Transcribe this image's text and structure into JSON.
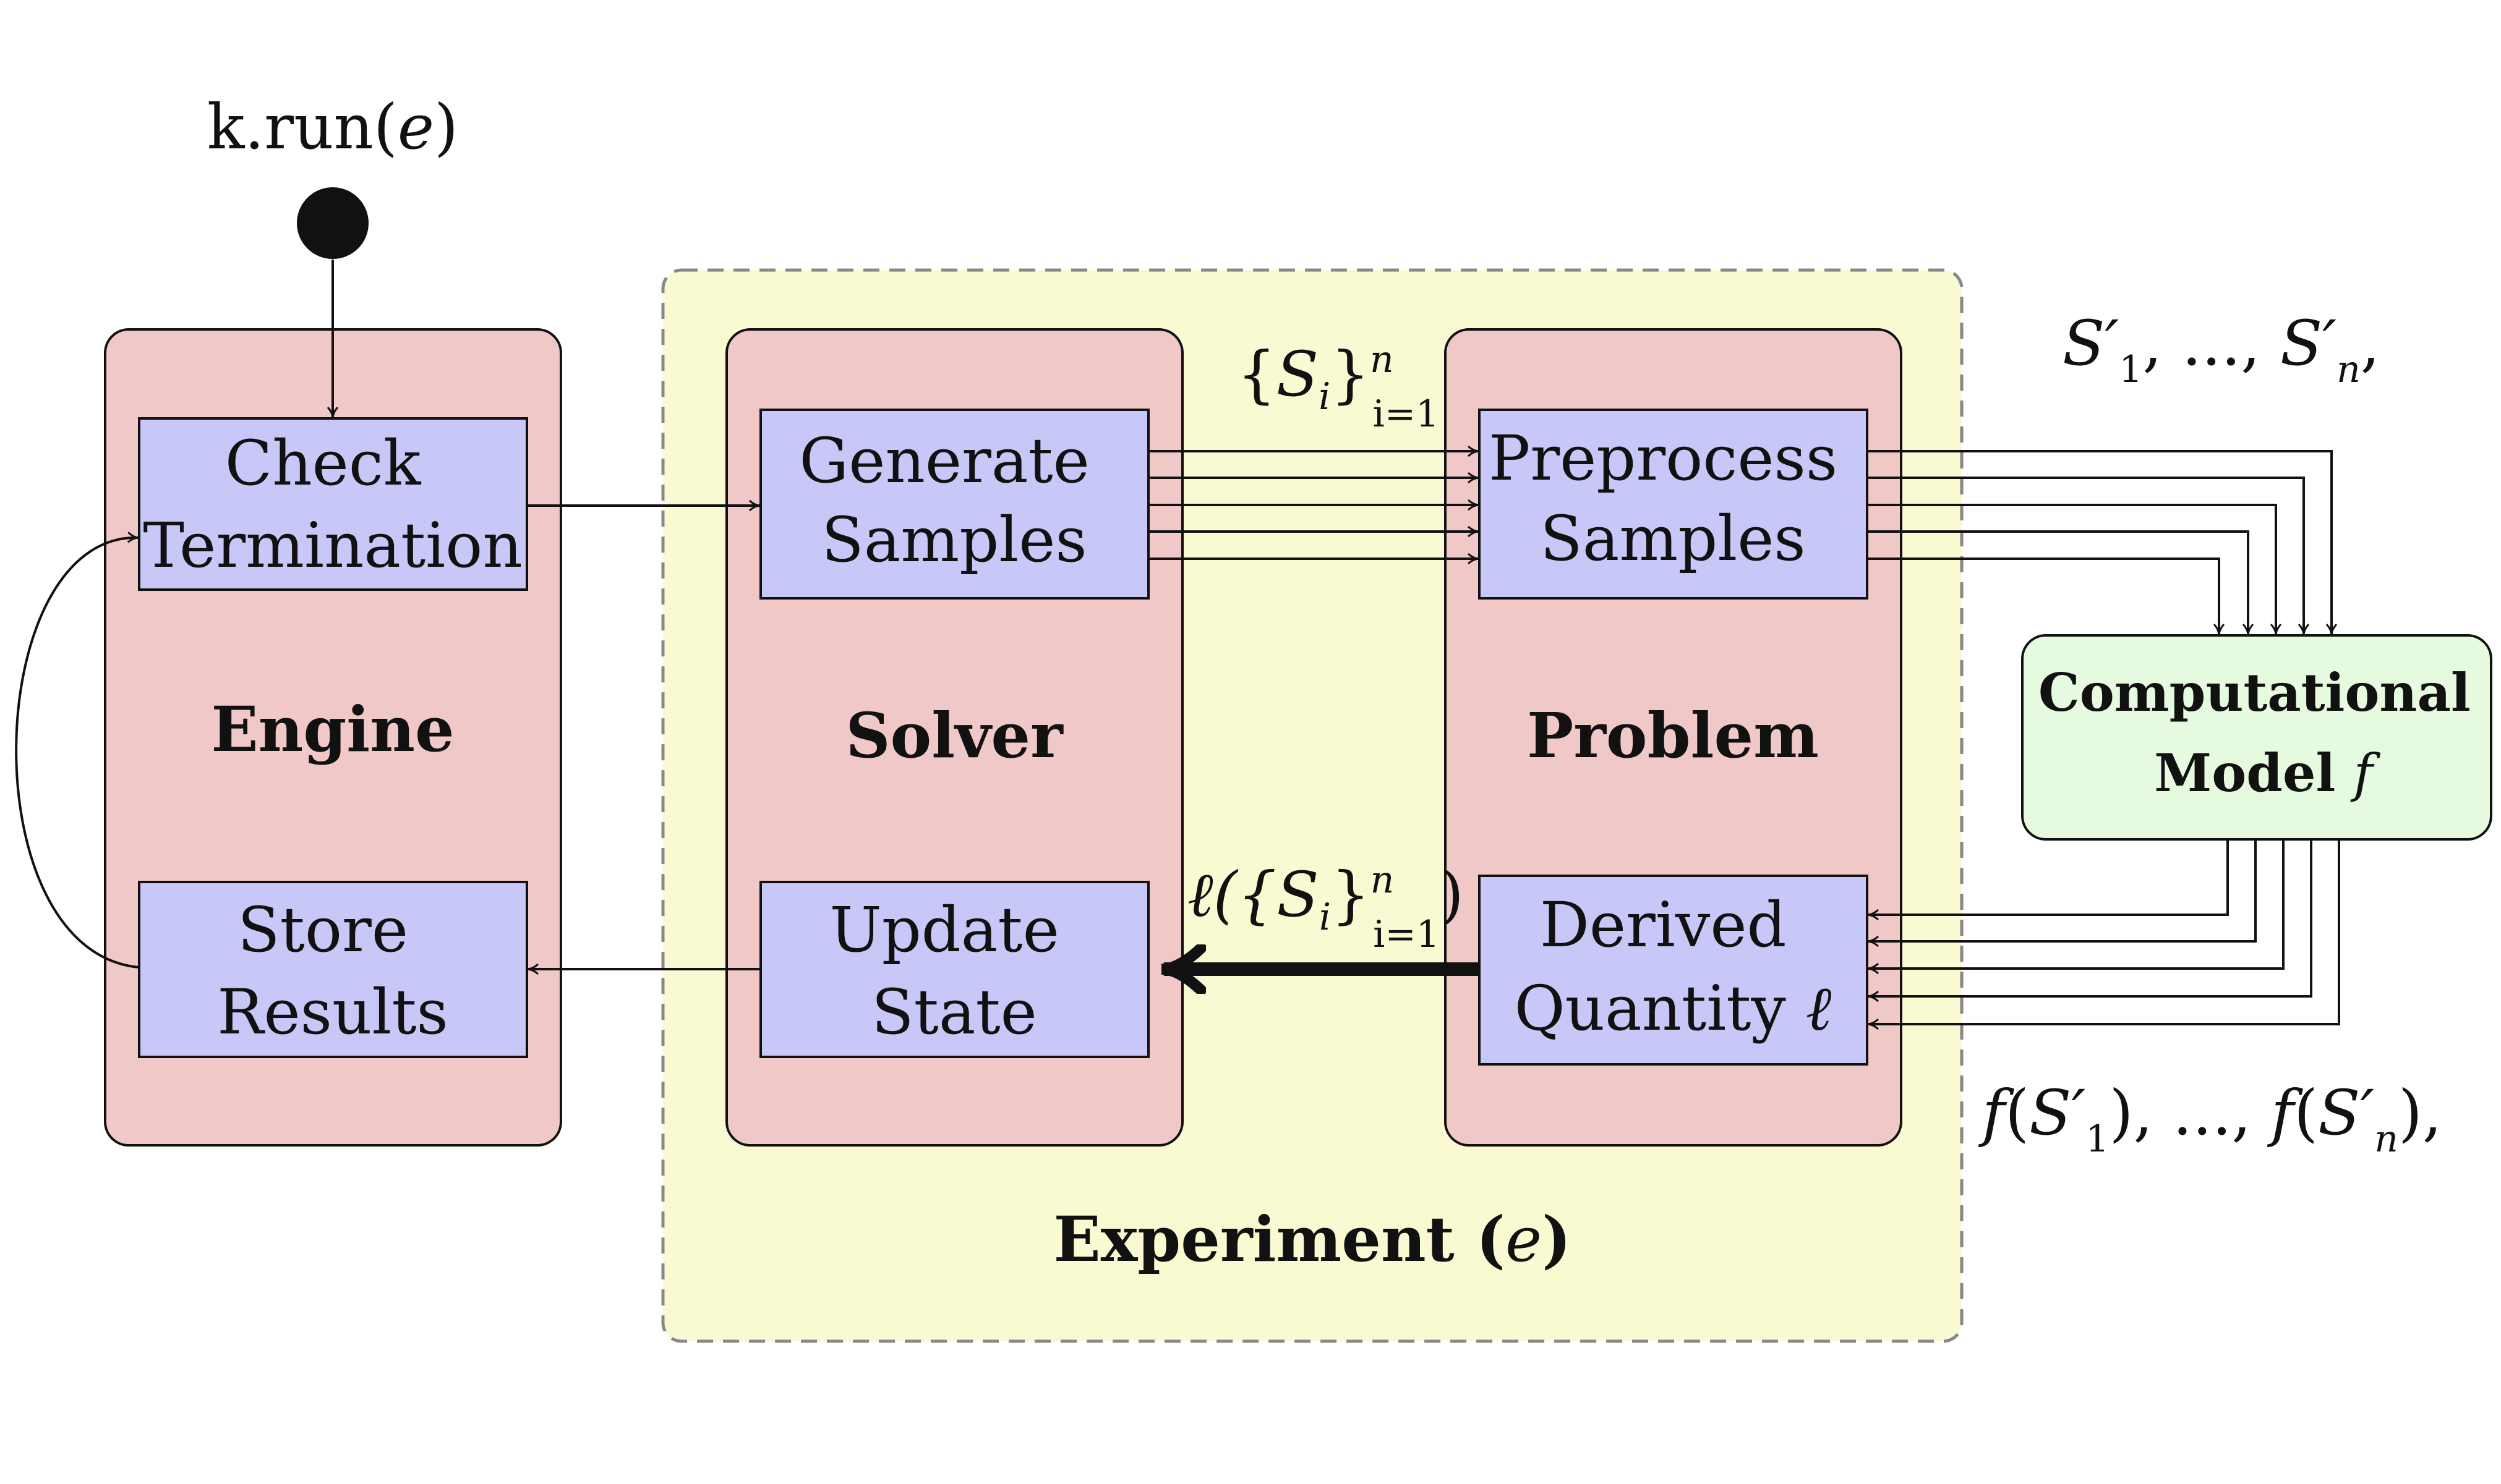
{
  "entry": {
    "label_prefix": "k.run(",
    "label_var": "e",
    "label_suffix": ")"
  },
  "engine": {
    "title": "Engine",
    "check_termination": {
      "line1": "Check",
      "line2": "Termination"
    },
    "store_results": {
      "line1": "Store",
      "line2": "Results"
    }
  },
  "experiment": {
    "title_prefix": "Experiment (",
    "title_var": "e",
    "title_suffix": ")"
  },
  "solver": {
    "title": "Solver",
    "generate_samples": {
      "line1": "Generate",
      "line2": "Samples"
    },
    "update_state": {
      "line1": "Update",
      "line2": "State"
    }
  },
  "problem": {
    "title": "Problem",
    "preprocess_samples": {
      "line1": "Preprocess",
      "line2": "Samples"
    },
    "derived_quantity": {
      "line1": "Derived",
      "line2_text": "Quantity ",
      "line2_var": "ℓ"
    }
  },
  "model": {
    "line1": "Computational",
    "line2_text": "Model ",
    "line2_var": "f"
  },
  "annotations": {
    "samples_set": {
      "open": "{",
      "var": "S",
      "sub_i": "i",
      "close": "}",
      "sup": "n",
      "sub": "i=1"
    },
    "derived_set": {
      "prefix": "ℓ({",
      "var": "S",
      "sub_i": "i",
      "close": "}",
      "sup": "n",
      "sub": "i=1",
      "suffix": ")"
    },
    "preprocessed": {
      "s1": "S′",
      "sub1": "1",
      "mid": ", ..., ",
      "sn": "S′",
      "subn": "n",
      "end": ","
    },
    "model_outputs": {
      "f1": "f",
      "open1": "(",
      "s1": "S′",
      "sub1": "1",
      "close1": ")",
      "mid": ", ..., ",
      "fn": "f",
      "openn": "(",
      "sn": "S′",
      "subn": "n",
      "closen": ")",
      "end": ","
    }
  },
  "colors": {
    "group_fill": "#f0c8c8",
    "box_fill": "#c8c8f8",
    "experiment_fill": "#fafad2",
    "model_fill": "#e6fae0",
    "stroke": "#111111"
  }
}
